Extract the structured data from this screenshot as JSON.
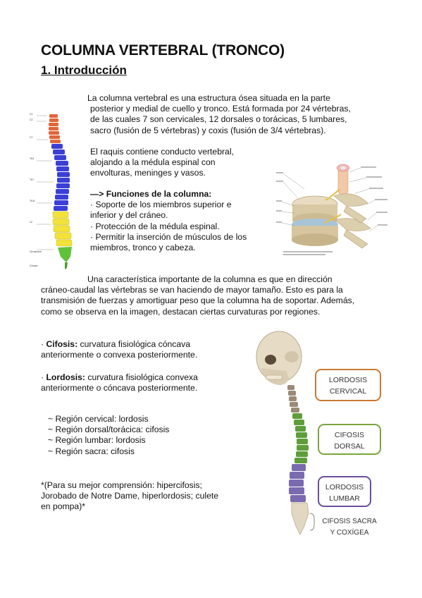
{
  "title": "COLUMNA VERTEBRAL (TRONCO)",
  "section": "1. Introducción",
  "intro_lines": [
    "La columna vertebral es una estructura ósea situada en la parte",
    "posterior y medial de cuello y tronco. Está formada por 24 vértebras,",
    "de las cuales 7 son cervicales, 12 dorsales o torácicas, 5 lumbares,",
    "sacro (fusión de 5 vértebras) y coxis (fusión de 3/4 vértebras)."
  ],
  "raquis_lines": [
    "El raquis contiene conducto vertebral,",
    "alojando a la médula espinal con",
    "envolturas, meninges y vasos."
  ],
  "functions": {
    "heading": "—> Funciones de la columna:",
    "items": [
      "· Soporte de los miembros  superior e",
      "inferior  y del cráneo.",
      "· Protección de la médula espinal.",
      "· Permitir la inserción de músculos de los",
      "miembros, tronco y cabeza."
    ]
  },
  "characteristic_lines": [
    "Una característica importante de la columna es que en dirección",
    "cráneo-caudal las vértebras se van haciendo de mayor tamaño. Esto es para la",
    "transmisión de fuerzas y amortiguar peso que la columna ha de soportar. Además,",
    "como se observa en la imagen, destacan ciertas curvaturas por regiones."
  ],
  "cifosis": {
    "bullet": "· ",
    "term": "Cifosis:",
    "line1": " curvatura fisiológica cóncava",
    "line2": "anteriormente o convexa posteriormente."
  },
  "lordosis": {
    "bullet": "· ",
    "term": "Lordosis:",
    "line1": " curvatura fisiológica convexa",
    "line2": "anteriormente o cóncava posteriormente."
  },
  "regions": [
    "~ Región cervical: lordosis",
    "~ Región dorsal/torácica: cifosis",
    "~ Región lumbar: lordosis",
    "~ Región sacra: cifosis"
  ],
  "note_lines": [
    "*(Para su mejor comprensión: hipercifosis;",
    "Jorobado de Notre Dame, hiperlordosis; culete",
    "en pompa)*"
  ],
  "curvature_labels": {
    "cervical": [
      "LORDOSIS",
      "CERVICAL"
    ],
    "dorsal": [
      "CIFOSIS",
      "DORSAL"
    ],
    "lumbar": [
      "LORDOSIS",
      "LUMBAR"
    ],
    "sacra": [
      "CIFOSIS SACRA",
      "Y COXÍGEA"
    ]
  },
  "colors": {
    "cervical_box": "#c87a33",
    "dorsal_box": "#7aa53c",
    "lumbar_box": "#6a4f9e",
    "spine_cervical": "#e0663a",
    "spine_dorsal": "#3b3fd6",
    "spine_lumbar": "#f2e23a",
    "spine_sacral": "#5fc23a"
  }
}
